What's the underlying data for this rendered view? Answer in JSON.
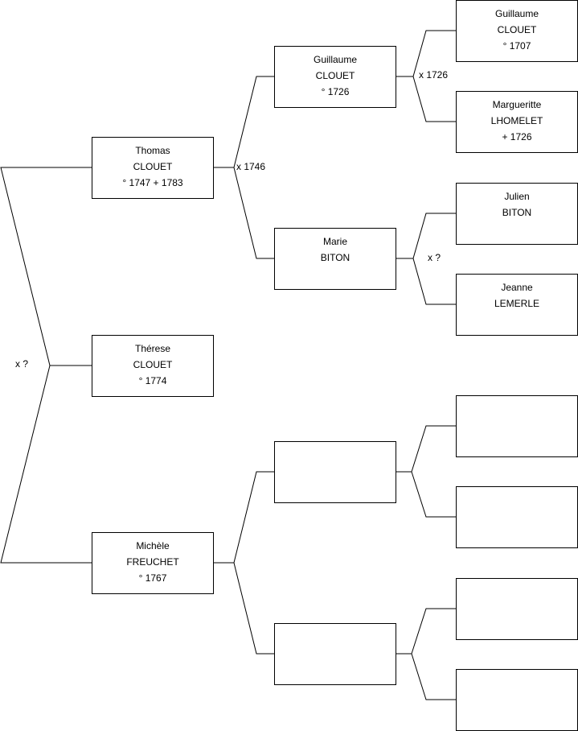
{
  "people": {
    "thomas": {
      "line1": "Thomas",
      "line2": "CLOUET",
      "line3": "° 1747 + 1783"
    },
    "therese": {
      "line1": "Thérese",
      "line2": "CLOUET",
      "line3": "° 1774"
    },
    "michele": {
      "line1": "Michèle",
      "line2": "FREUCHET",
      "line3": "° 1767"
    },
    "guillaume1": {
      "line1": "Guillaume",
      "line2": "CLOUET",
      "line3": "° 1726"
    },
    "marie": {
      "line1": "Marie",
      "line2": "BITON",
      "line3": ""
    },
    "guillaume2": {
      "line1": "Guillaume",
      "line2": "CLOUET",
      "line3": "° 1707"
    },
    "margueritte": {
      "line1": "Margueritte",
      "line2": "LHOMELET",
      "line3": "+ 1726"
    },
    "julien": {
      "line1": "Julien",
      "line2": "BITON",
      "line3": ""
    },
    "jeanne": {
      "line1": "Jeanne",
      "line2": "LEMERLE",
      "line3": ""
    },
    "unknown_f": {
      "line1": "",
      "line2": "",
      "line3": ""
    },
    "unknown_m": {
      "line1": "",
      "line2": "",
      "line3": ""
    },
    "unknown_ff": {
      "line1": "",
      "line2": "",
      "line3": ""
    },
    "unknown_fm": {
      "line1": "",
      "line2": "",
      "line3": ""
    },
    "unknown_mf": {
      "line1": "",
      "line2": "",
      "line3": ""
    },
    "unknown_mm": {
      "line1": "",
      "line2": "",
      "line3": ""
    }
  },
  "marriages": {
    "root": "x ?",
    "gen1": "x 1746",
    "gen2a": "x 1726",
    "gen2b": "x ?"
  }
}
